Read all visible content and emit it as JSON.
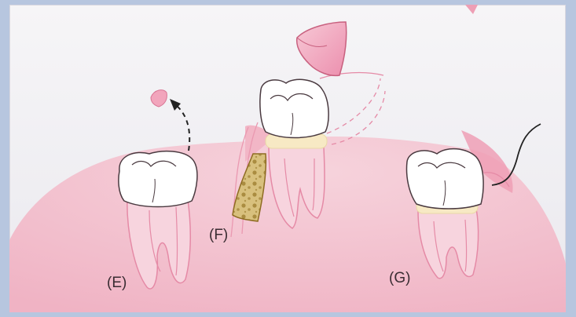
{
  "figure": {
    "panels": [
      {
        "id": "E",
        "label": "(E)"
      },
      {
        "id": "F",
        "label": "(F)"
      },
      {
        "id": "G",
        "label": "(G)"
      }
    ],
    "colors": {
      "gingiva": "#f4c7d2",
      "gingiva_dark": "#ee9fb5",
      "outline": "#e58aa6",
      "enamel": "#ffffff",
      "cement_band": "#f7e9c4",
      "bone": "#d8c07d",
      "bone_dots": "#9a7a2c",
      "page_background": "#b7c6df"
    }
  }
}
